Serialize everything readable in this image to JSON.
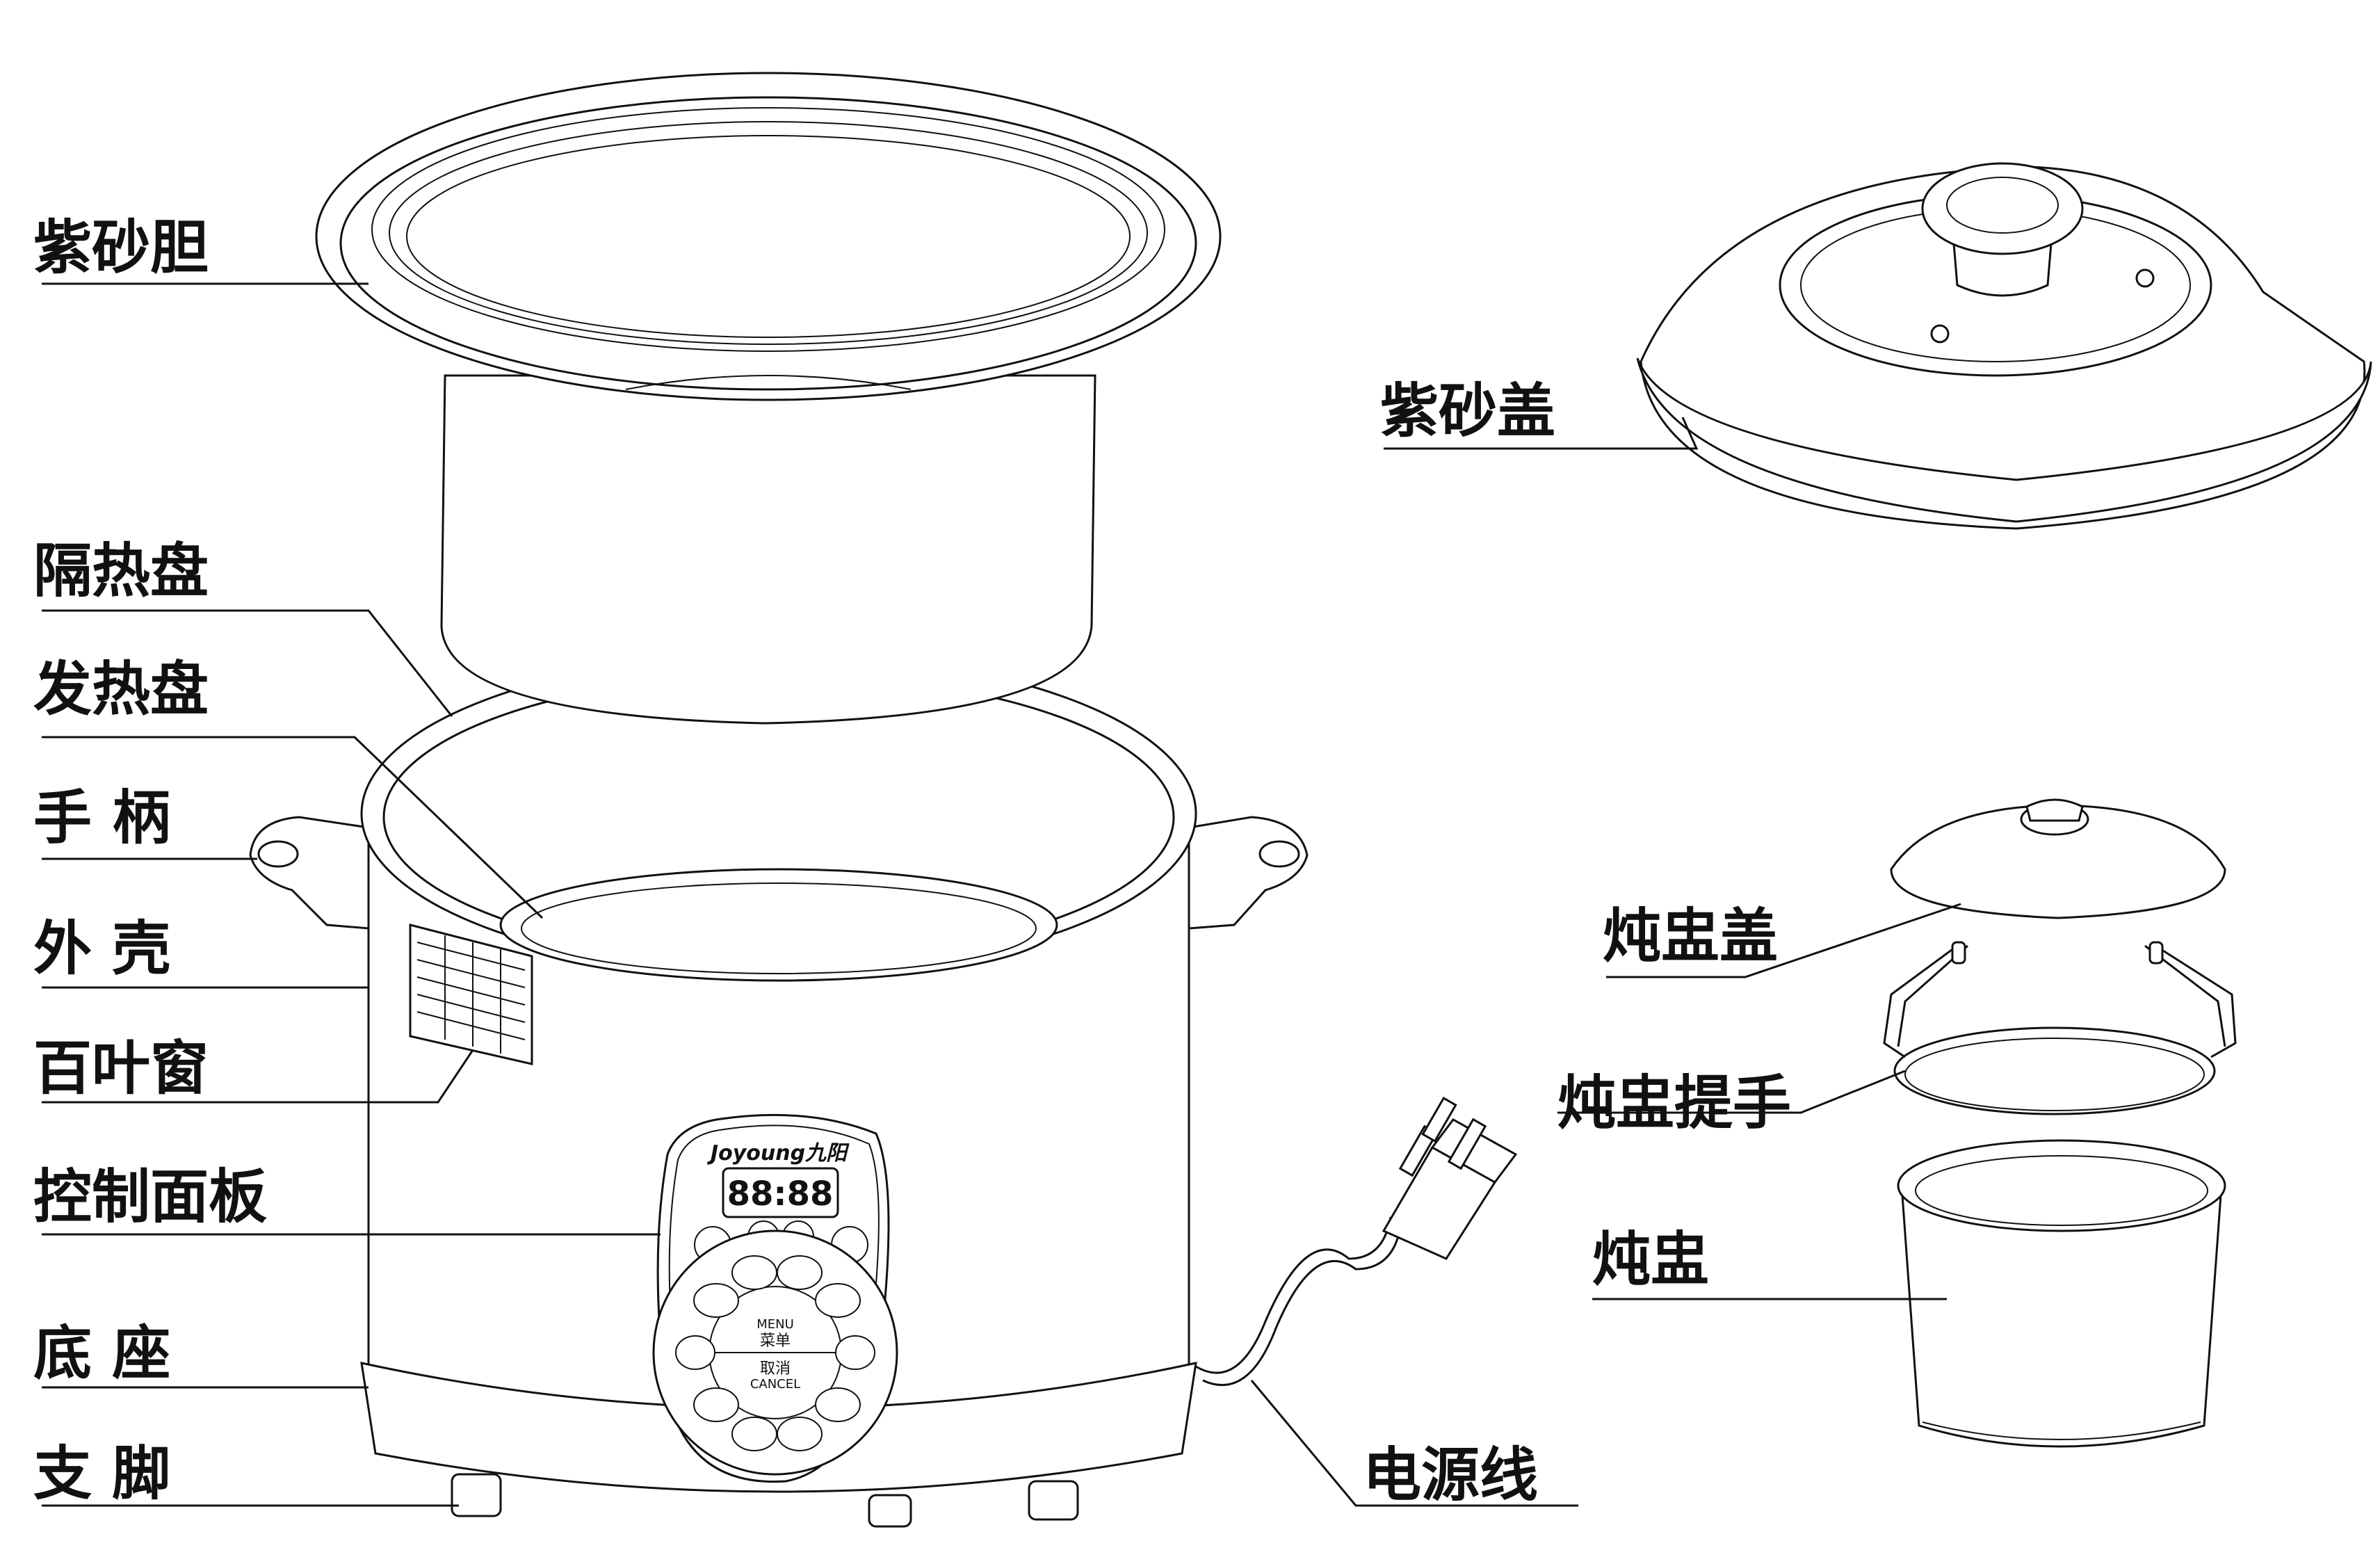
{
  "labels": {
    "inner_pot": "紫砂胆",
    "heat_insulation_plate": "隔热盘",
    "heating_plate": "发热盘",
    "handle": "手 柄",
    "outer_shell": "外 壳",
    "louver": "百叶窗",
    "control_panel": "控制面板",
    "base": "底 座",
    "feet": "支 脚",
    "clay_lid": "紫砂盖",
    "stew_cup_lid": "炖盅盖",
    "stew_cup_handle": "炖盅提手",
    "stew_cup": "炖盅",
    "power_cord": "电源线"
  },
  "panel": {
    "brand": "Joyoung九阳",
    "display": "88:88",
    "menu_cn": "菜单",
    "menu_en": "MENU",
    "cancel_cn": "取消",
    "cancel_en": "CANCEL"
  }
}
